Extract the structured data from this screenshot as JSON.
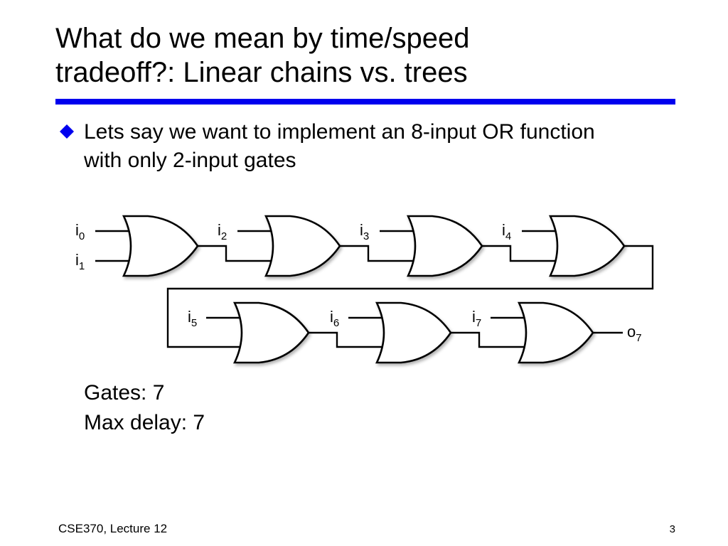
{
  "slide": {
    "title_line1": "What do we mean by time/speed",
    "title_line2": "tradeoff?: Linear chains vs. trees",
    "accent_color": "#0000ee",
    "bullet_color": "#0000ee",
    "bullet_line1": "Lets say we want to implement an 8-input OR function",
    "bullet_line2": "with only 2-input gates"
  },
  "diagram": {
    "gates_label": "Gates: 7",
    "delay_label": "Max delay: 7",
    "inputs": [
      {
        "base": "i",
        "sub": "0"
      },
      {
        "base": "i",
        "sub": "1"
      },
      {
        "base": "i",
        "sub": "2"
      },
      {
        "base": "i",
        "sub": "3"
      },
      {
        "base": "i",
        "sub": "4"
      },
      {
        "base": "i",
        "sub": "5"
      },
      {
        "base": "i",
        "sub": "6"
      },
      {
        "base": "i",
        "sub": "7"
      }
    ],
    "output": {
      "base": "o",
      "sub": "7"
    }
  },
  "footer": {
    "course": "CSE370, Lecture 12",
    "page": "3"
  }
}
